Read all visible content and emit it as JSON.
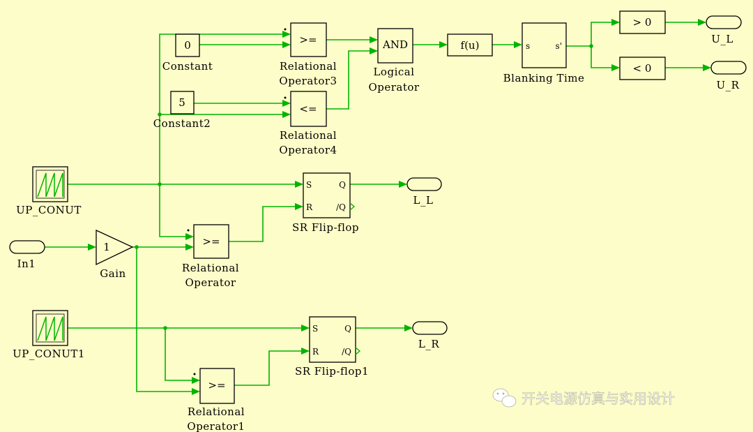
{
  "blocks": {
    "constant": {
      "value": "0",
      "label": "Constant"
    },
    "constant2": {
      "value": "5",
      "label": "Constant2"
    },
    "rel_op3": {
      "symbol": ">=",
      "label_line1": "Relational",
      "label_line2": "Operator3"
    },
    "rel_op4": {
      "symbol": "<=",
      "label_line1": "Relational",
      "label_line2": "Operator4"
    },
    "logical": {
      "symbol": "AND",
      "label_line1": "Logical",
      "label_line2": "Operator"
    },
    "fcn": {
      "symbol": "f(u)"
    },
    "blanking": {
      "in_port": "s",
      "out_port": "s'",
      "label": "Blanking Time"
    },
    "cmp_gt": {
      "symbol": "> 0"
    },
    "cmp_lt": {
      "symbol": "< 0"
    },
    "out_ul": {
      "label": "U_L"
    },
    "out_ur": {
      "label": "U_R"
    },
    "up_conut": {
      "label": "UP_CONUT"
    },
    "up_conut1": {
      "label": "UP_CONUT1"
    },
    "sr_ff": {
      "s": "S",
      "r": "R",
      "q": "Q",
      "nq": "/Q",
      "label": "SR Flip-flop"
    },
    "sr_ff1": {
      "s": "S",
      "r": "R",
      "q": "Q",
      "nq": "/Q",
      "label": "SR Flip-flop1"
    },
    "out_ll": {
      "label": "L_L"
    },
    "out_lr": {
      "label": "L_R"
    },
    "in1": {
      "label": "In1"
    },
    "gain": {
      "value": "1",
      "label": "Gain"
    },
    "rel_op": {
      "symbol": ">=",
      "label_line1": "Relational",
      "label_line2": "Operator"
    },
    "rel_op1": {
      "symbol": ">=",
      "label_line1": "Relational",
      "label_line2": "Operator1"
    }
  },
  "watermark": {
    "text": "开关电源仿真与实用设计"
  },
  "colors": {
    "background": "#fdfdc9",
    "wire": "#00b400",
    "block_border": "#000000"
  }
}
